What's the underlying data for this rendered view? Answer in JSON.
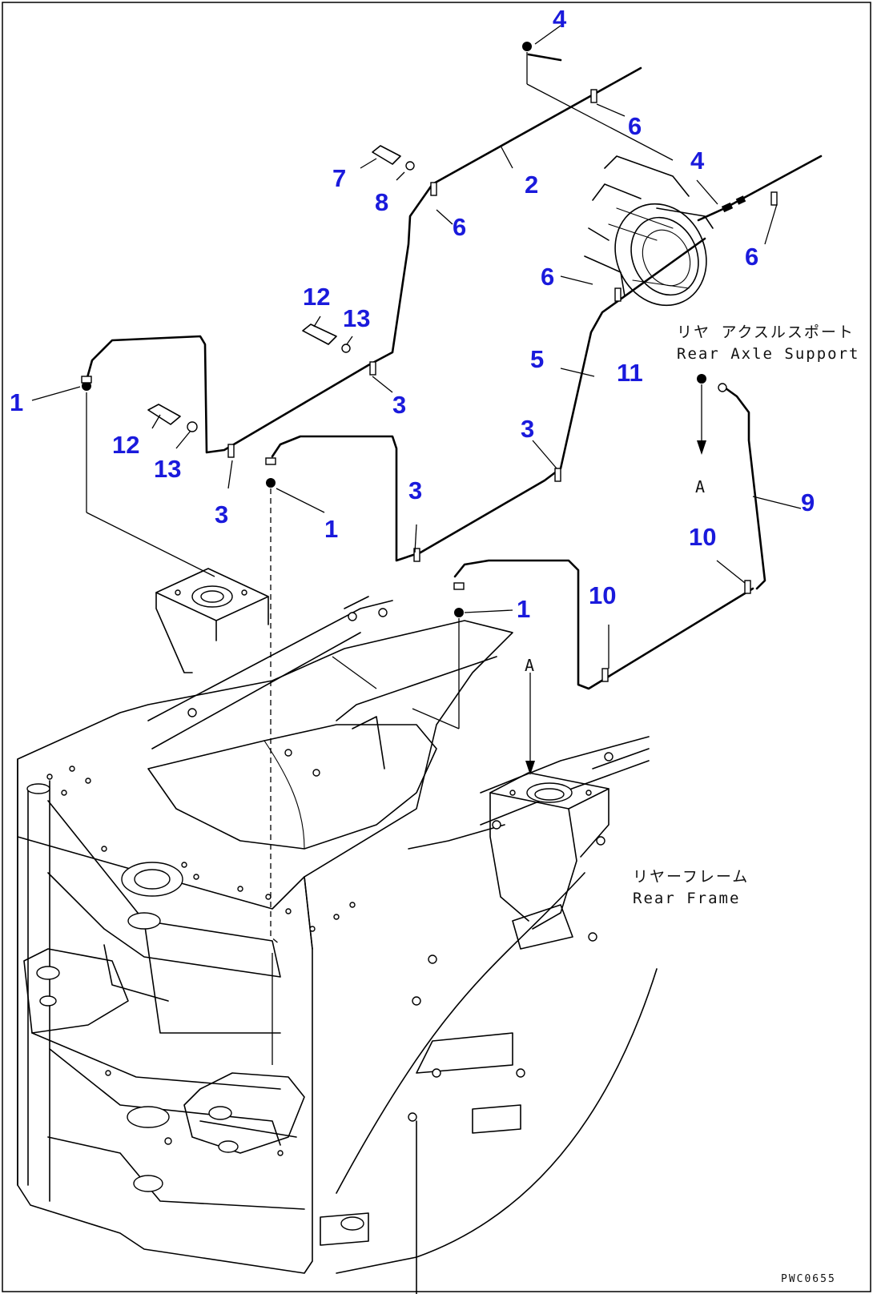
{
  "diagram": {
    "callouts": [
      {
        "id": "c1a",
        "text": "1"
      },
      {
        "id": "c1b",
        "text": "1"
      },
      {
        "id": "c1c",
        "text": "1"
      },
      {
        "id": "c2",
        "text": "2"
      },
      {
        "id": "c3a",
        "text": "3"
      },
      {
        "id": "c3b",
        "text": "3"
      },
      {
        "id": "c3c",
        "text": "3"
      },
      {
        "id": "c3d",
        "text": "3"
      },
      {
        "id": "c4a",
        "text": "4"
      },
      {
        "id": "c4b",
        "text": "4"
      },
      {
        "id": "c5",
        "text": "5"
      },
      {
        "id": "c6a",
        "text": "6"
      },
      {
        "id": "c6b",
        "text": "6"
      },
      {
        "id": "c6c",
        "text": "6"
      },
      {
        "id": "c6d",
        "text": "6"
      },
      {
        "id": "c7",
        "text": "7"
      },
      {
        "id": "c8",
        "text": "8"
      },
      {
        "id": "c9",
        "text": "9"
      },
      {
        "id": "c10a",
        "text": "10"
      },
      {
        "id": "c10b",
        "text": "10"
      },
      {
        "id": "c11",
        "text": "11"
      },
      {
        "id": "c12a",
        "text": "12"
      },
      {
        "id": "c12b",
        "text": "12"
      },
      {
        "id": "c13a",
        "text": "13"
      },
      {
        "id": "c13b",
        "text": "13"
      }
    ],
    "labels": {
      "rear_axle_support_jp": "リヤ アクスルスポート",
      "rear_axle_support_en": "Rear Axle Support",
      "rear_frame_jp": "リヤーフレーム",
      "rear_frame_en": "Rear Frame",
      "drawing_code": "PWC0655",
      "arrow_mark_a": "A",
      "arrow_mark_b": "A"
    }
  }
}
